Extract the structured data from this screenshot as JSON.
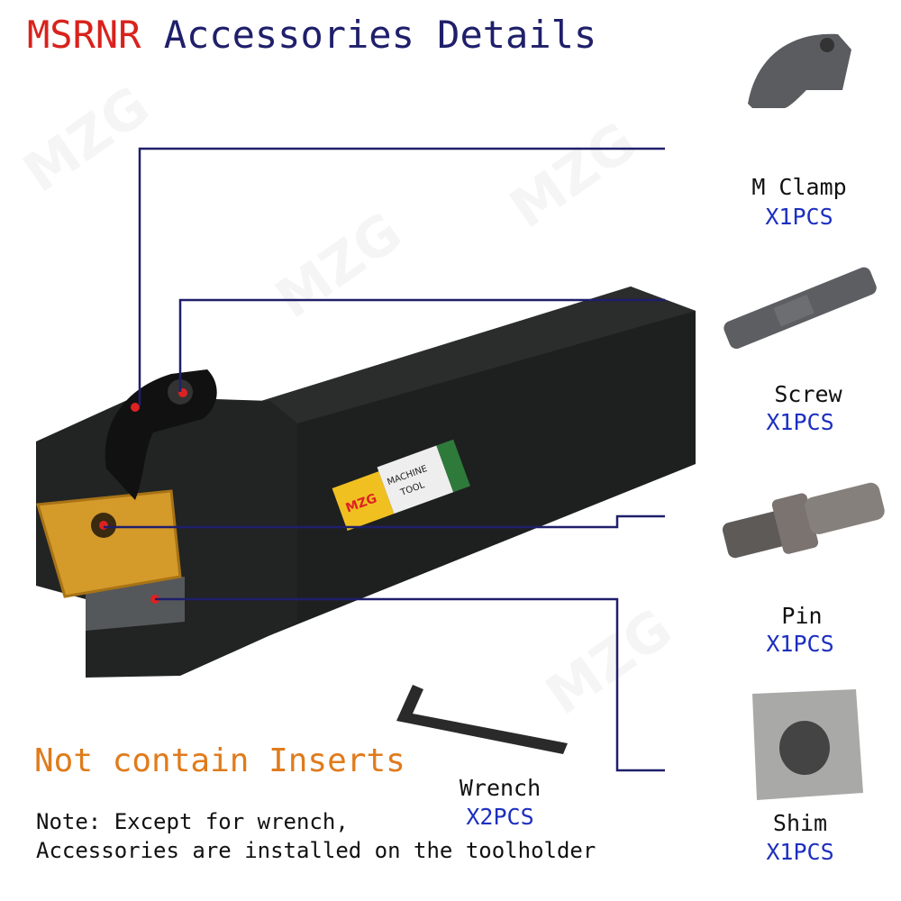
{
  "title": {
    "model": "MSRNR",
    "rest": "Accessories Details"
  },
  "watermark": "MZG",
  "brand_label": {
    "logo": "MZG",
    "text1": "MACHINE",
    "text2": "TOOL"
  },
  "parts": [
    {
      "name": "M Clamp",
      "qty": "X1PCS"
    },
    {
      "name": "Screw",
      "qty": "X1PCS"
    },
    {
      "name": "Pin",
      "qty": "X1PCS"
    },
    {
      "name": "Shim",
      "qty": "X1PCS"
    }
  ],
  "wrench": {
    "name": "Wrench",
    "qty": "X2PCS"
  },
  "notice": "Not contain Inserts",
  "note": {
    "line1": "Note: Except for wrench,",
    "line2": "Accessories are installed on the toolholder"
  },
  "colors": {
    "title_red": "#d9221c",
    "navy": "#1f1f6b",
    "qty_blue": "#1c2fbf",
    "orange": "#e07b1c"
  }
}
